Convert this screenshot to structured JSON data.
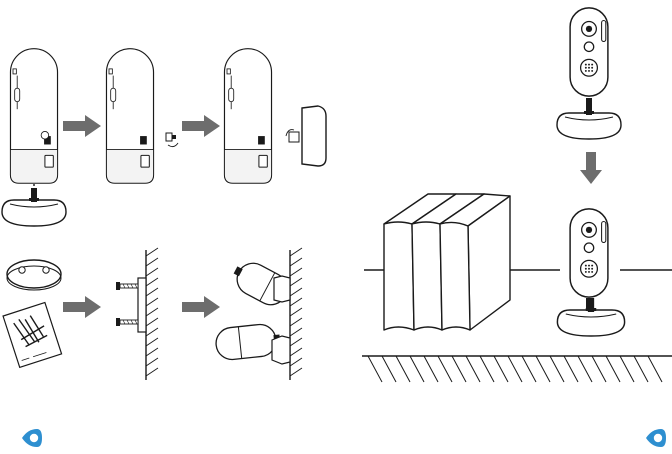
{
  "brand": {
    "logo_icon": "water-drop-logo-icon",
    "accent_color": "#2e8fd0"
  },
  "illustration_color": "#1a1a1a",
  "panels": [
    {
      "name": "attach-camera-to-base",
      "icons": [
        "camera-icon",
        "arrow-right-icon",
        "screw-icon",
        "arrow-right-icon",
        "wall-mount-icon",
        "base-icon"
      ]
    },
    {
      "name": "mount-on-wall",
      "icons": [
        "mounting-plate-icon",
        "screw-pack-icon",
        "arrow-right-icon",
        "wall-icon",
        "arrow-right-icon",
        "mounted-camera-icon"
      ]
    },
    {
      "name": "place-on-shelf",
      "icons": [
        "camera-icon",
        "arrow-down-icon",
        "books-icon",
        "shelf-icon"
      ]
    }
  ]
}
